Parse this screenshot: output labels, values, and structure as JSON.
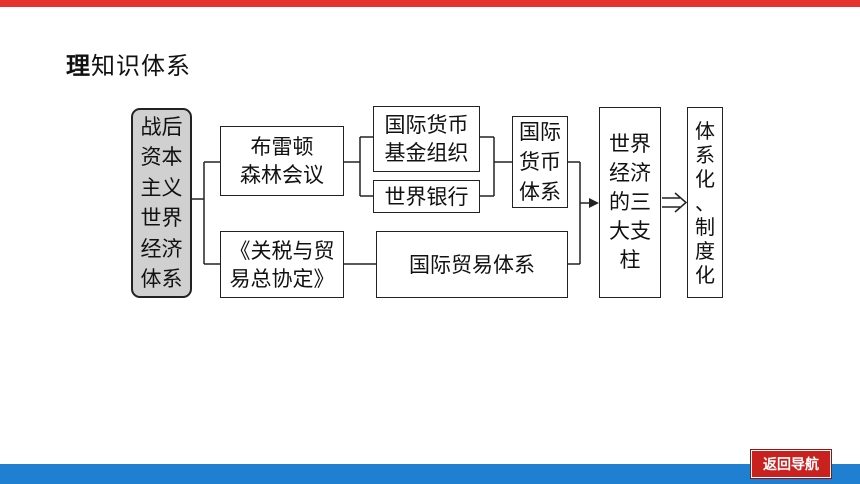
{
  "slide": {
    "title_first_char": "理",
    "title_rest": "知识体系"
  },
  "diagram": {
    "root": "战后\n资本\n主义\n世界\n经济\n体系",
    "bretton_woods": "布雷顿\n森林会议",
    "imf": "国际货币\n基金组织",
    "world_bank": "世界银行",
    "monetary_system": "国际\n货币\n体系",
    "gatt": "《关税与贸\n易总协定》",
    "trade_system": "国际贸易体系",
    "three_pillars": "世界\n经济\n的三\n大支\n柱",
    "institutionalization": "体\n系\n化\n、\n制\n度\n化"
  },
  "nav": {
    "back_label": "返回导航"
  }
}
